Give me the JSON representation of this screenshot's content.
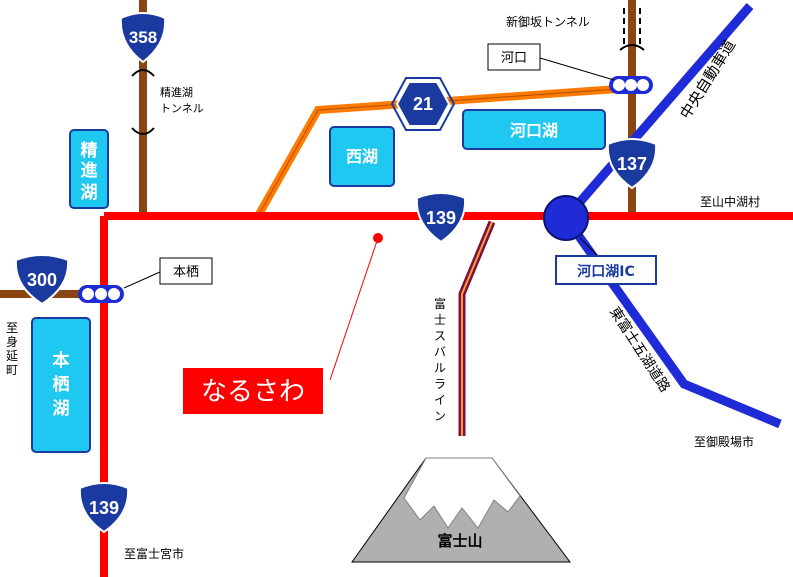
{
  "colors": {
    "main_road": "#ff0000",
    "orange_road": "#ff7a00",
    "expressway": "#1e2bd6",
    "brown_road": "#8b4513",
    "lake_fill": "#1ec8f0",
    "lake_border": "#1a3aa0",
    "shield_fill": "#1a3aa0",
    "callout_red": "#ff0000"
  },
  "shields": {
    "r358": "358",
    "r21": "21",
    "r137": "137",
    "r139_center": "139",
    "r300": "300",
    "r139_bottom": "139"
  },
  "lakes": {
    "shoji": "精進湖",
    "sai": "西湖",
    "kawaguchi": "河口湖",
    "motosu": "本栖湖"
  },
  "labels": {
    "shojiko_tunnel_line1": "精進湖",
    "shojiko_tunnel_line2": "トンネル",
    "shinmisaka_tunnel": "新御坂トンネル",
    "kawaguchi_signal": "河口",
    "chuo_expressway": "中央自動車道",
    "to_yamanakako": "至山中湖村",
    "kawaguchiko_ic": "河口湖IC",
    "motosu_signal": "本栖",
    "to_minobu": "至身延町",
    "subaru_line": "富士スバルライン",
    "higashi_fuji_road": "東富士五湖道路",
    "to_gotemba": "至御殿場市",
    "to_fujinomiya": "至富士宮市",
    "mt_fuji": "富士山",
    "narusawa": "なるさわ"
  }
}
